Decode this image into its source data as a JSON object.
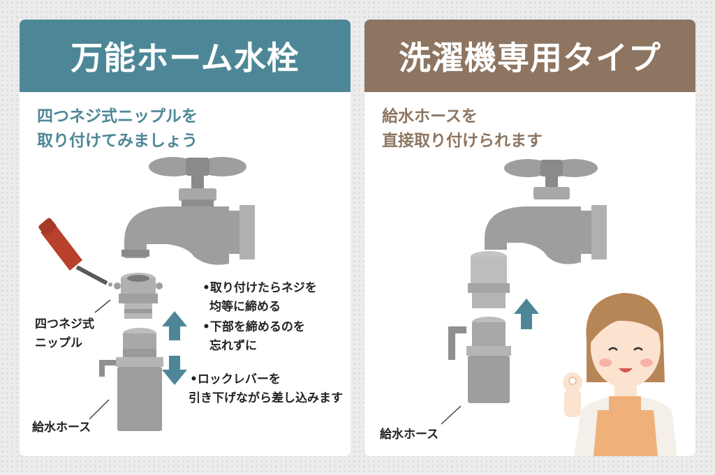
{
  "left": {
    "title": "万能ホーム水栓",
    "subtitle_line1": "四つネジ式ニップルを",
    "subtitle_line2": "取り付けてみましょう",
    "nipple_label_line1": "四つネジ式",
    "nipple_label_line2": "ニップル",
    "hose_label": "給水ホース",
    "note1_line1": "•取り付けたらネジを",
    "note1_line2": "均等に締める",
    "note2_line1": "•下部を締めるのを",
    "note2_line2": "忘れずに",
    "note3_line1": "•ロックレバーを",
    "note3_line2": "引き下げながら差し込みます"
  },
  "right": {
    "title": "洗濯機専用タイプ",
    "subtitle_line1": "給水ホースを",
    "subtitle_line2": "直接取り付けられます",
    "hose_label": "給水ホース"
  },
  "colors": {
    "left_accent": "#4d8797",
    "right_accent": "#8d7561",
    "metal": "#9e9e9e",
    "arrow": "#4d8797"
  }
}
